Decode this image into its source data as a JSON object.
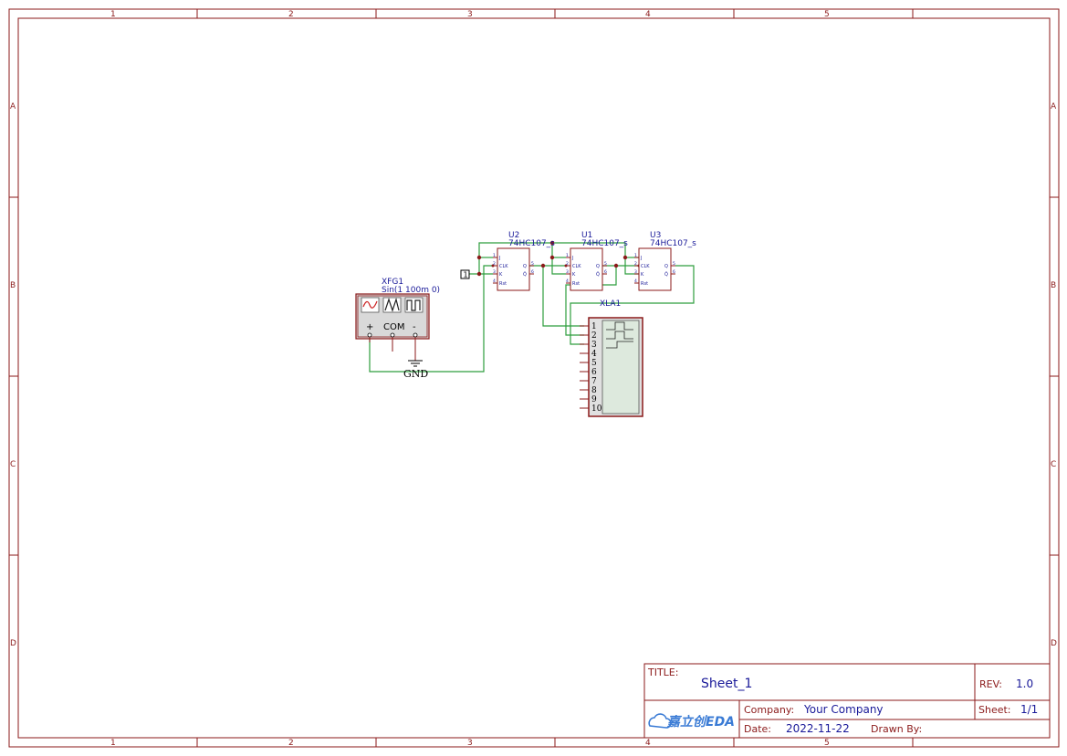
{
  "border": {
    "columns": [
      "1",
      "2",
      "3",
      "4",
      "5"
    ],
    "rows": [
      "A",
      "B",
      "C",
      "D"
    ]
  },
  "components": {
    "xfg1": {
      "ref": "XFG1",
      "value": "Sin(1 100m 0)",
      "plus": "+",
      "com": "COM",
      "minus": "-"
    },
    "u2": {
      "ref": "U2",
      "value": "74HC107_s"
    },
    "u1": {
      "ref": "U1",
      "value": "74HC107_s"
    },
    "u3": {
      "ref": "U3",
      "value": "74HC107_s"
    },
    "xla1": {
      "ref": "XLA1",
      "channels": [
        "1",
        "2",
        "3",
        "4",
        "5",
        "6",
        "7",
        "8",
        "9",
        "10"
      ]
    },
    "gnd": {
      "label": "GND"
    },
    "const1": {
      "label": "1"
    }
  },
  "chip_pins": {
    "j": "J",
    "clk": "CLK",
    "k": "K",
    "rst": "Rst",
    "q": "Q",
    "qn": "Q̄",
    "n1": "1",
    "n2": "2",
    "n3": "3",
    "n4": "4",
    "n5": "5",
    "n6": "6"
  },
  "title_block": {
    "title_label": "TITLE:",
    "title_value": "Sheet_1",
    "rev_label": "REV:",
    "rev_value": "1.0",
    "company_label": "Company:",
    "company_value": "Your Company",
    "sheet_label": "Sheet:",
    "sheet_value": "1/1",
    "date_label": "Date:",
    "date_value": "2022-11-22",
    "drawn_label": "Drawn By:",
    "drawn_value": "",
    "logo_text": "嘉立创EDA"
  },
  "colors": {
    "frame": "#8b1a1a",
    "wire": "#2e9e3e",
    "text": "#1a1a99"
  }
}
